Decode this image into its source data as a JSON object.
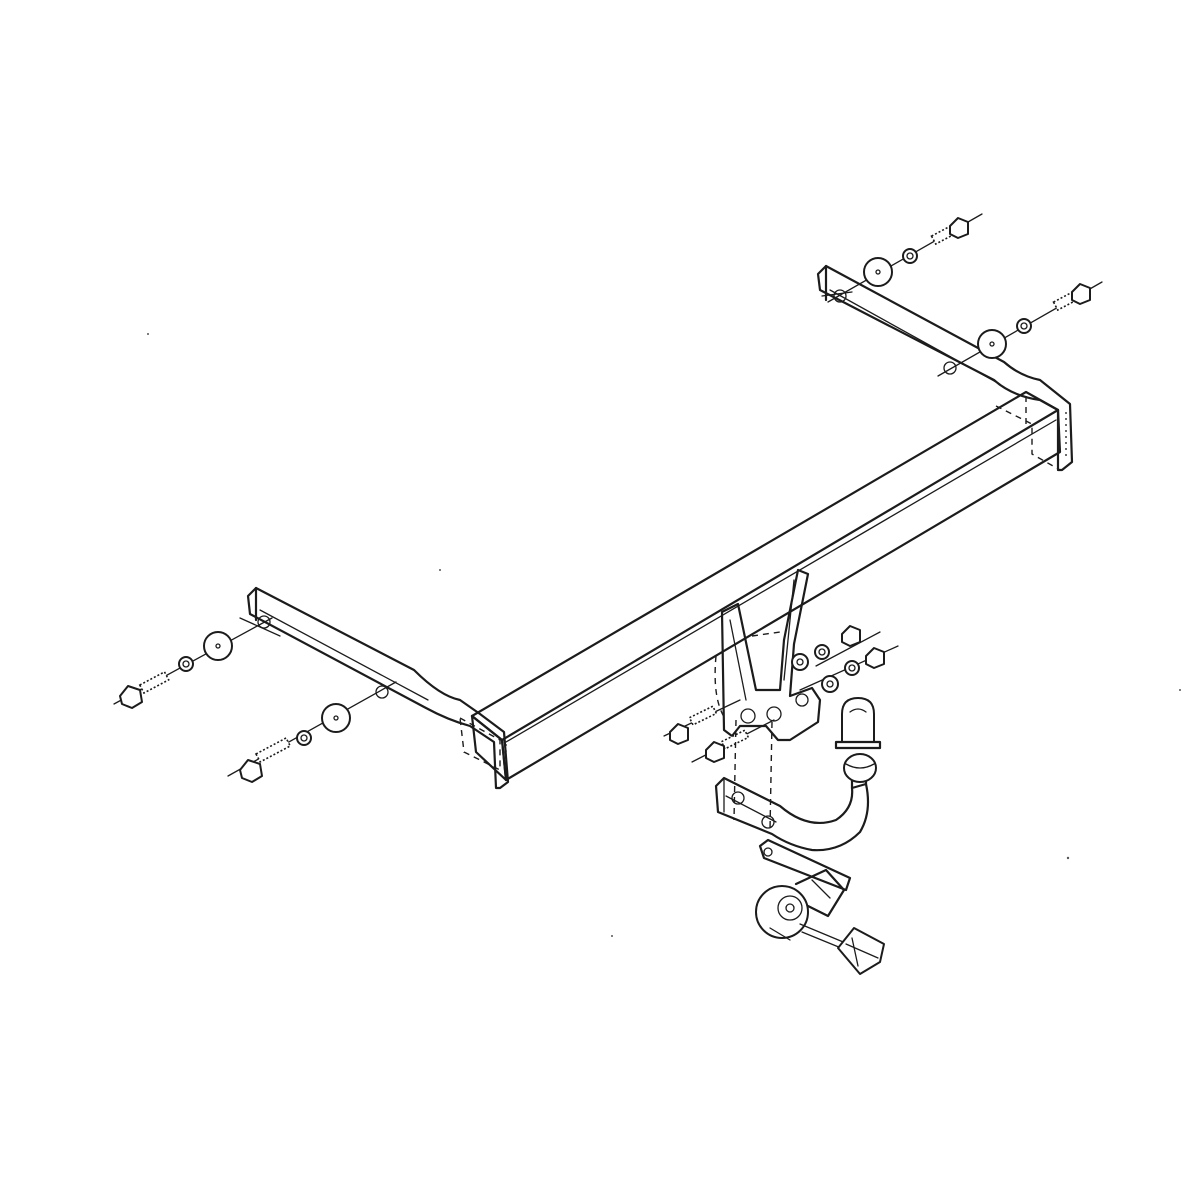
{
  "diagram": {
    "style": "line-drawing",
    "stroke_color": "#1c1c1c",
    "background_color": "#ffffff",
    "parts": [
      {
        "name": "crossbar"
      },
      {
        "name": "left-mounting-arm"
      },
      {
        "name": "right-mounting-arm"
      },
      {
        "name": "center-bracket"
      },
      {
        "name": "tow-ball-neck"
      },
      {
        "name": "tow-ball"
      },
      {
        "name": "ball-cover-cap"
      },
      {
        "name": "electrical-socket"
      },
      {
        "name": "wiring-connector"
      },
      {
        "name": "bolt-sets"
      }
    ]
  }
}
